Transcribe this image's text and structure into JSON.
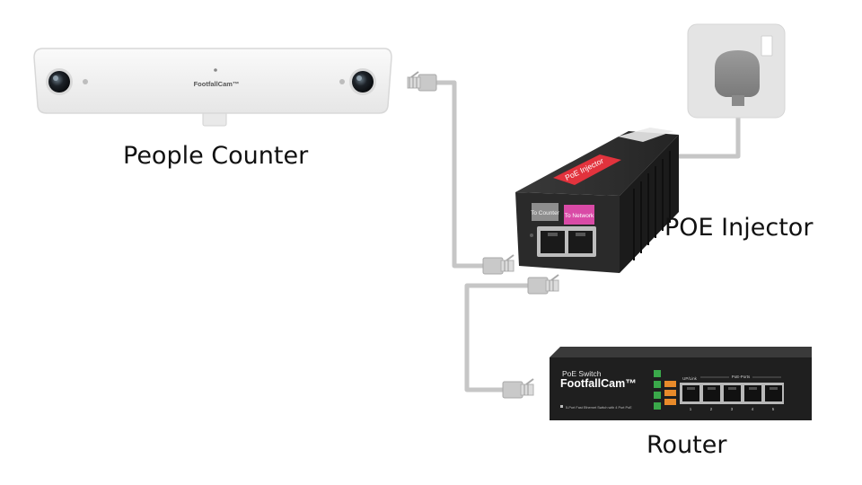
{
  "devices": {
    "people_counter": {
      "caption": "People Counter",
      "brand": "FootfallCam™"
    },
    "poe_injector": {
      "caption": "POE Injector",
      "top_label": "PoE Injector",
      "port_to_counter": "To Counter",
      "port_to_network": "To Network"
    },
    "router": {
      "caption": "Router",
      "title": "PoE Switch",
      "brand": "FootfallCam™",
      "subtitle": "5-Port Fast Ethernet Switch with 4 Port PoE",
      "uplink_label": "UP/Link",
      "poe_ports_label": "PoE-Ports",
      "port_numbers": [
        "1",
        "2",
        "3",
        "4",
        "5"
      ]
    }
  },
  "colors": {
    "cable": "#c6c6c6",
    "injector_body": "#262626",
    "injector_label_red": "#e2333d",
    "injector_label_magenta": "#d94aa6",
    "router_body": "#1f1f1f",
    "led_green": "#3aa84a",
    "led_orange": "#e88a2a",
    "wall_socket": "#e4e4e4",
    "counter_body": "#f3f3f3"
  }
}
